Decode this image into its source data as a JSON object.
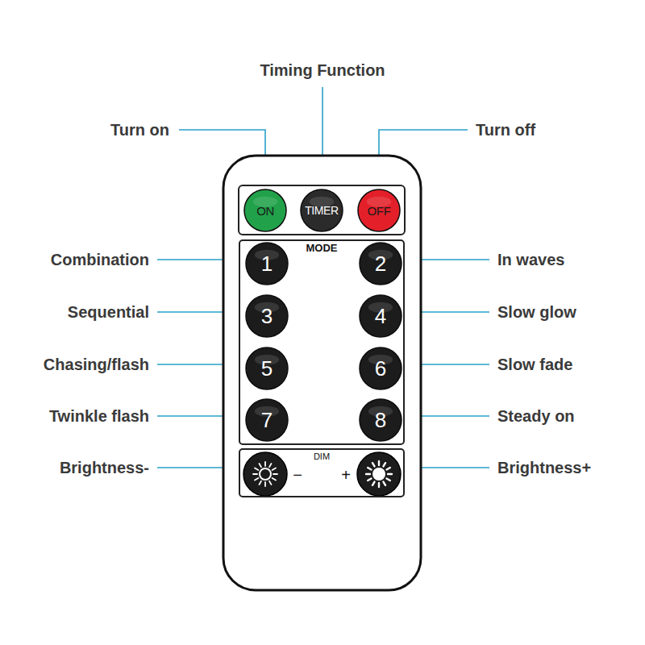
{
  "diagram": {
    "nodes": [
      {
        "text": [
          "ON"
        ]
      },
      {
        "text": [
          "TIMER"
        ]
      },
      {
        "text": [
          "OFF"
        ]
      },
      {
        "text": [
          "MODE"
        ]
      },
      {
        "text": [
          "1"
        ],
        "in": 3
      },
      {
        "text": [
          "2"
        ],
        "in": 3
      },
      {
        "text": [
          "3"
        ],
        "in": 3
      },
      {
        "text": [
          "4"
        ],
        "in": 3
      },
      {
        "text": [
          "5"
        ],
        "in": 3
      },
      {
        "text": [
          "6"
        ],
        "in": 3
      },
      {
        "text": [
          "7"
        ],
        "in": 3
      },
      {
        "text": [
          "8"
        ],
        "in": 3
      },
      {
        "text": [
          "DIM",
          "−",
          "+"
        ]
      }
    ],
    "labels": [
      "Timing Function",
      "Turn on",
      "Turn off",
      "Combination",
      "In waves",
      "Sequential",
      "Slow glow",
      "Chasing/flash",
      "Slow fade",
      "Twinkle flash",
      "Steady on",
      "Brightness-",
      "Brightness+"
    ]
  }
}
